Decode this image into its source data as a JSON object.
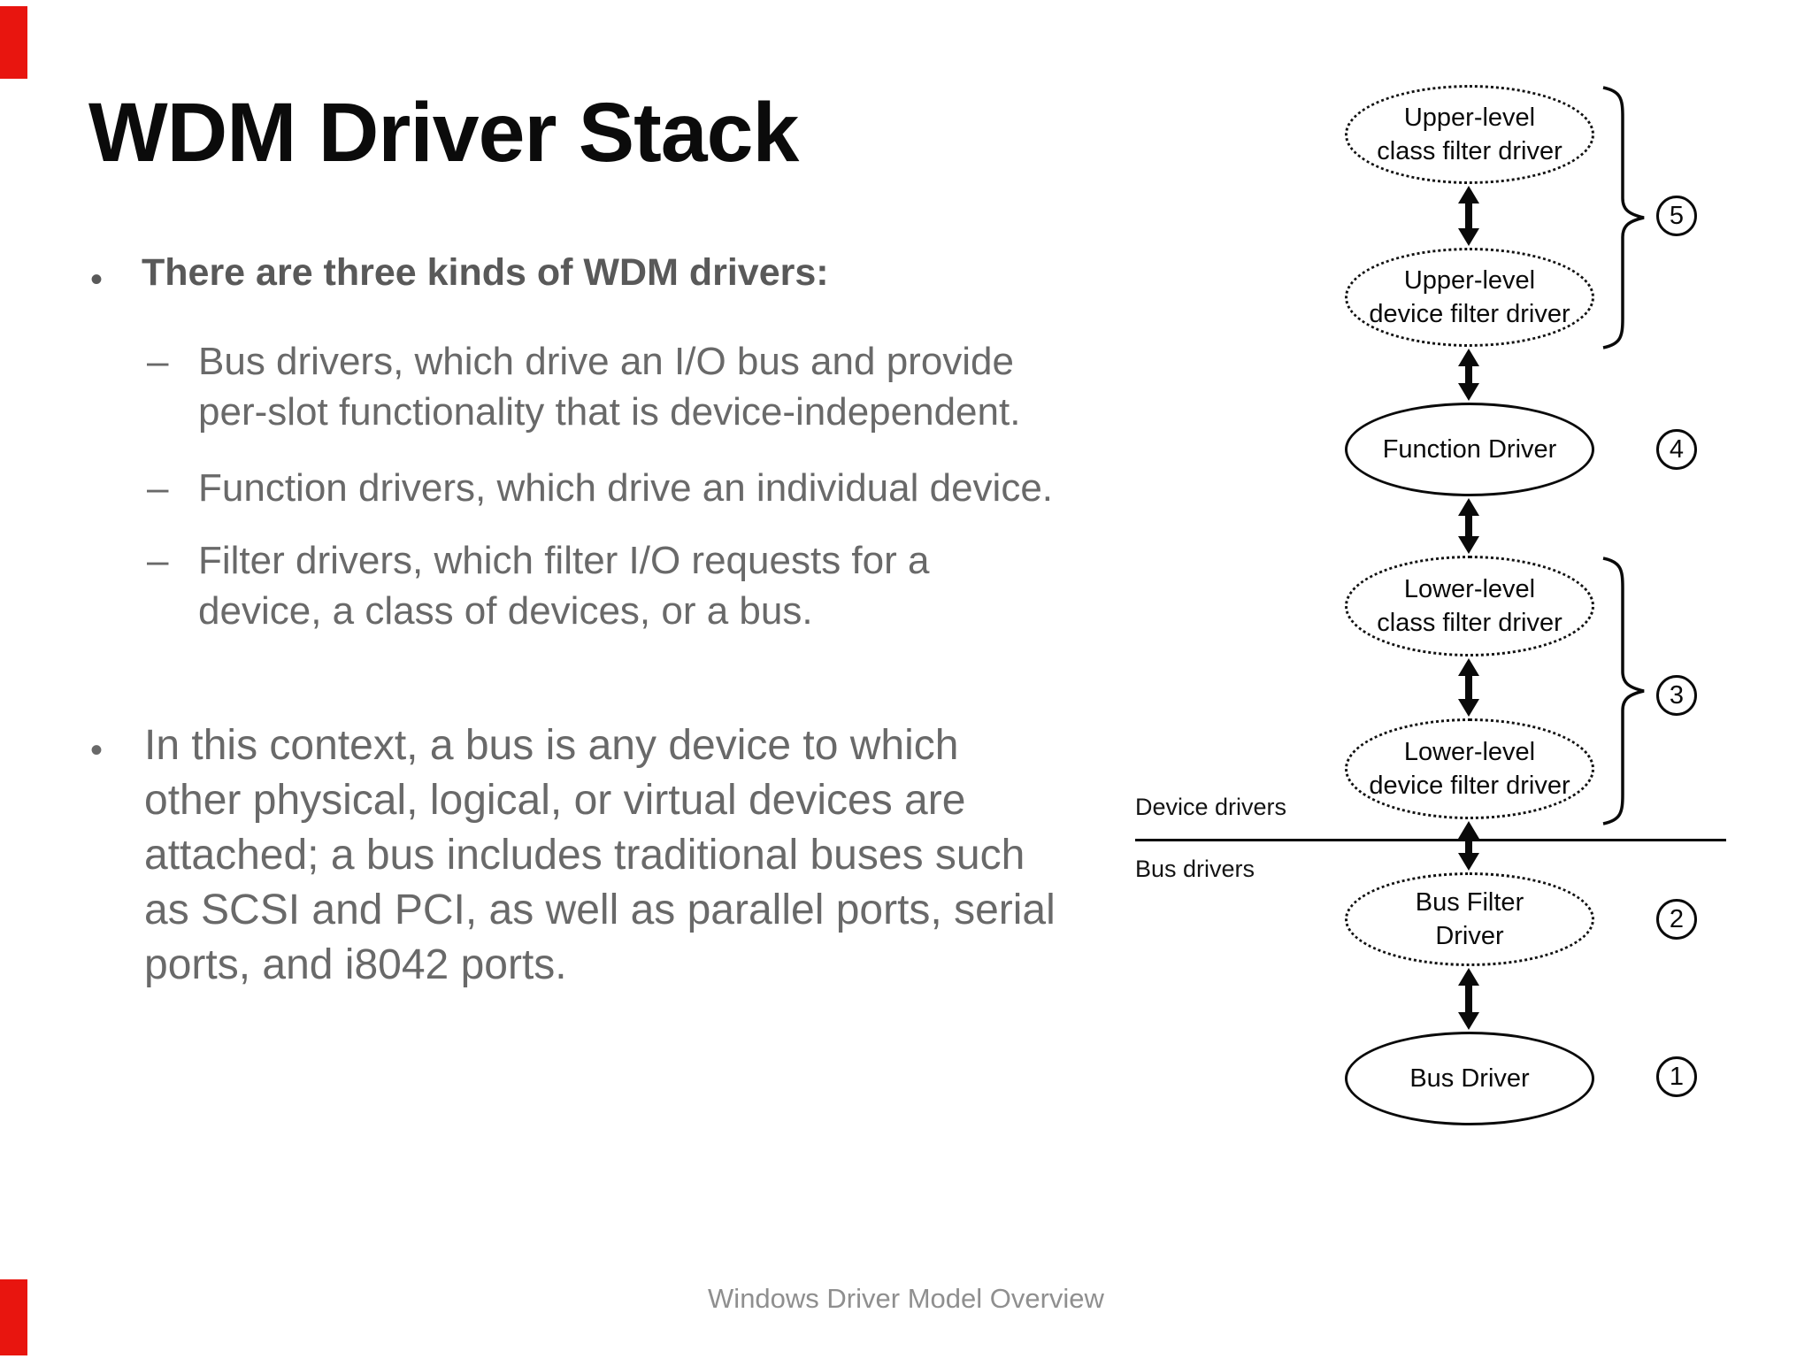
{
  "slide": {
    "title": "WDM Driver Stack",
    "bullet_glyph": "•",
    "dash_glyph": "–",
    "bullet1": {
      "heading": "There are three kinds of WDM drivers:",
      "items": [
        {
          "lines": [
            "Bus drivers, which drive an I/O bus and provide",
            "per-slot functionality that is device-independent."
          ]
        },
        {
          "lines": [
            "Function drivers, which drive an individual device."
          ]
        },
        {
          "lines": [
            "Filter drivers, which filter I/O requests for a",
            "device, a class of devices, or a bus."
          ]
        }
      ]
    },
    "bullet2": {
      "lines": [
        "In this context, a bus is any device to which",
        "other physical, logical, or virtual devices are",
        "attached; a bus includes traditional buses such",
        "as SCSI and PCI, as well as parallel ports, serial",
        "ports, and i8042 ports."
      ]
    },
    "footer": "Windows Driver Model Overview"
  },
  "diagram": {
    "nodes": [
      {
        "label": [
          "Upper-level",
          "class filter driver"
        ],
        "style": "dotted"
      },
      {
        "label": [
          "Upper-level",
          "device filter driver"
        ],
        "style": "dotted"
      },
      {
        "label": [
          "Function Driver"
        ],
        "style": "solid"
      },
      {
        "label": [
          "Lower-level",
          "class filter driver"
        ],
        "style": "dotted"
      },
      {
        "label": [
          "Lower-level",
          "device filter driver"
        ],
        "style": "dotted"
      },
      {
        "label": [
          "Bus Filter",
          "Driver"
        ],
        "style": "dotted"
      },
      {
        "label": [
          "Bus Driver"
        ],
        "style": "solid"
      }
    ],
    "badges": [
      "5",
      "4",
      "3",
      "2",
      "1"
    ],
    "side_labels": {
      "device": "Device drivers",
      "bus": "Bus drivers"
    }
  },
  "colors": {
    "title": "#0b0b0b",
    "heading_gray": "#595959",
    "body_gray": "#696969",
    "footer_gray": "#8f8f8f",
    "diagram_ink": "#0a0a0a",
    "red_marker": "#e8150f",
    "background": "#ffffff"
  }
}
